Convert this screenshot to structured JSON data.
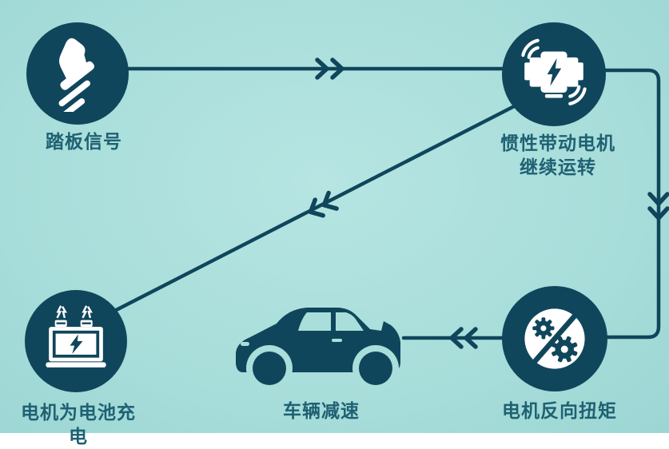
{
  "diagram": {
    "type": "flowchart",
    "topic": "ev-regenerative-braking-process",
    "colors": {
      "background": "#a9dedb",
      "background_center": "#b6e5e2",
      "node": "#10465c",
      "connector": "#10465c",
      "icon": "#ffffff",
      "label": "#1f6172"
    },
    "nodes": [
      {
        "id": "pedal-signal",
        "icon": "brake-pedal-icon",
        "label": "踏板信号"
      },
      {
        "id": "motor-inertia",
        "icon": "electric-motor-icon",
        "label_line1": "惯性带动电机",
        "label_line2": "继续运转"
      },
      {
        "id": "reverse-torque",
        "icon": "crossed-gears-icon",
        "label": "电机反向扭矩"
      },
      {
        "id": "vehicle-decelerate",
        "icon": "car-icon",
        "label": "车辆减速"
      },
      {
        "id": "battery-charging",
        "icon": "battery-charging-icon",
        "label": "电机为电池充电"
      }
    ],
    "edges": [
      {
        "from": "pedal-signal",
        "to": "motor-inertia",
        "marker": "double-chevron",
        "direction": "right"
      },
      {
        "from": "motor-inertia",
        "to": "reverse-torque",
        "marker": "double-chevron",
        "direction": "down"
      },
      {
        "from": "reverse-torque",
        "to": "vehicle-decelerate",
        "marker": "double-chevron",
        "direction": "left"
      },
      {
        "from": "motor-inertia",
        "to": "battery-charging",
        "marker": "double-chevron",
        "direction": "down-left"
      }
    ]
  }
}
